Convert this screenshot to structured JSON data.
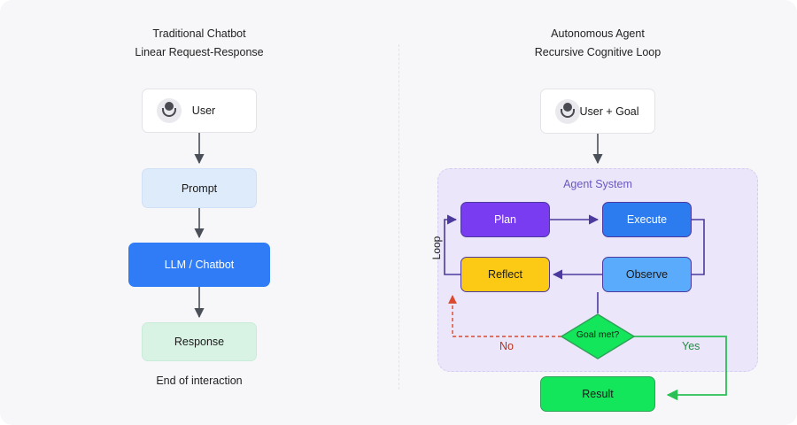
{
  "left": {
    "title_line1": "Traditional Chatbot",
    "title_line2": "Linear Request-Response",
    "nodes": {
      "user": "User",
      "prompt": "Prompt",
      "llm": "LLM / Chatbot",
      "response": "Response"
    },
    "footer": "End of interaction"
  },
  "right": {
    "title_line1": "Autonomous Agent",
    "title_line2": "Recursive Cognitive Loop",
    "nodes": {
      "user_goal": "User + Goal",
      "plan": "Plan",
      "execute": "Execute",
      "observe": "Observe",
      "reflect": "Reflect",
      "decision": "Goal met?",
      "result": "Result"
    },
    "container_title": "Agent System",
    "labels": {
      "loop": "Loop",
      "no": "No",
      "yes": "Yes"
    }
  },
  "colors": {
    "llm": "#2f7cf6",
    "plan": "#7a3cf0",
    "execute": "#2c7cf0",
    "observe": "#5aabfb",
    "reflect": "#fcc915",
    "decision": "#14e65c",
    "result": "#14e65c",
    "no_edge": "#d94a2e",
    "yes_edge": "#2bbf55",
    "loop_edge": "#4d3a9e"
  },
  "icons": {
    "user": "person-avatar-icon"
  }
}
